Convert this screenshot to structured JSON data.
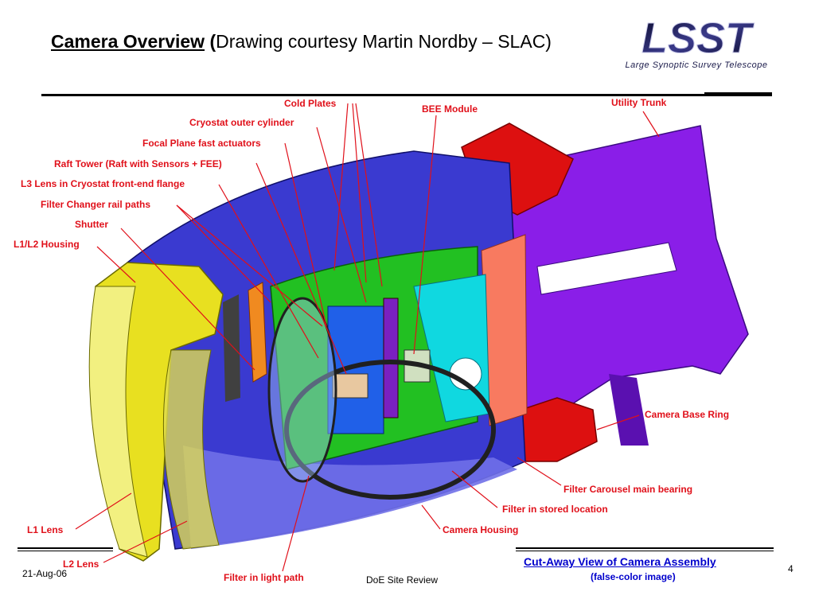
{
  "title": {
    "main": "Camera Overview",
    "paren_open": "(",
    "rest": "Drawing courtesy Martin Nordby – SLAC)"
  },
  "logo": {
    "wordmark": "LSST",
    "subtitle": "Large Synoptic Survey Telescope"
  },
  "callouts": {
    "cold_plates": "Cold Plates",
    "bee_module": "BEE Module",
    "utility_trunk": "Utility Trunk",
    "cryostat_outer_cylinder": "Cryostat outer cylinder",
    "focal_plane_fast_actuators": "Focal Plane fast actuators",
    "raft_tower": "Raft Tower (Raft with Sensors + FEE)",
    "l3_lens": "L3 Lens in Cryostat front-end flange",
    "filter_changer_rail_paths": "Filter Changer rail paths",
    "shutter": "Shutter",
    "l1_l2_housing": "L1/L2 Housing",
    "camera_base_ring": "Camera Base Ring",
    "filter_carousel_main_bearing": "Filter Carousel main bearing",
    "filter_in_stored_location": "Filter in stored location",
    "camera_housing": "Camera Housing",
    "l1_lens": "L1 Lens",
    "l2_lens": "L2 Lens",
    "filter_in_light_path": "Filter in light path"
  },
  "caption": {
    "main": "Cut-Away View of Camera Assembly",
    "sub": "(false-color image)"
  },
  "footer": {
    "date": "21-Aug-06",
    "center": "DoE Site Review",
    "page": "4"
  },
  "colors": {
    "callout": "#e0101a",
    "caption": "#0000cc",
    "housing_blue": "#3a3ad0",
    "trunk_purple": "#8a1ee8",
    "yellow": "#e8e020",
    "red": "#dd1010",
    "green": "#22c022",
    "cyan": "#10d8e0",
    "salmon": "#f87a60"
  }
}
